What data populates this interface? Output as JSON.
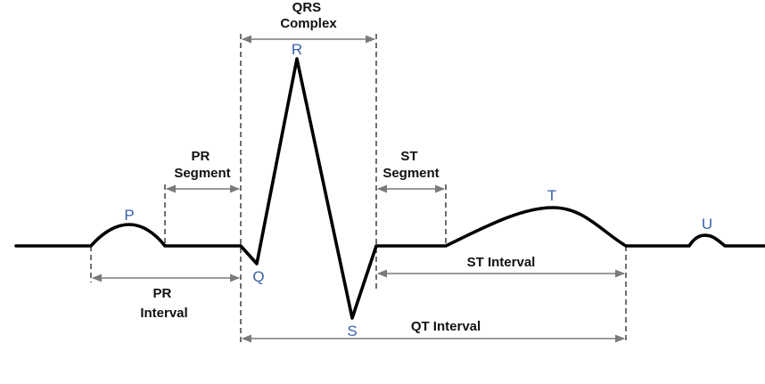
{
  "colors": {
    "trace": "#000000",
    "wave_label": "#3a5fa8",
    "interval": "#7a7a7a",
    "text": "#111111"
  },
  "waves": {
    "p": "P",
    "q": "Q",
    "r": "R",
    "s": "S",
    "t": "T",
    "u": "U"
  },
  "labels": {
    "qrs": [
      "QRS",
      "Complex"
    ],
    "pr_segment": [
      "PR",
      "Segment"
    ],
    "st_segment": [
      "ST",
      "Segment"
    ],
    "pr_interval": [
      "PR",
      "Interval"
    ],
    "st_interval": "ST Interval",
    "qt_interval": "QT Interval"
  }
}
